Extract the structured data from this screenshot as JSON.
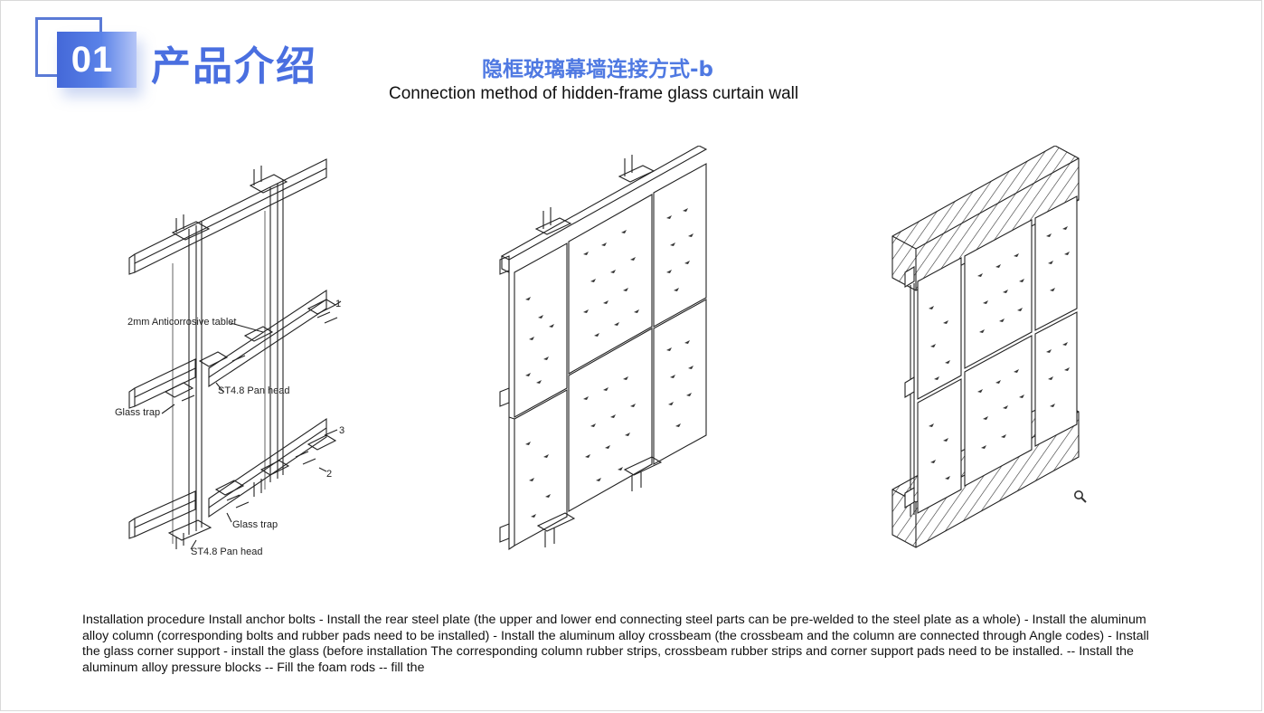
{
  "header": {
    "badge_number": "01",
    "section_title": "产品介绍"
  },
  "title": {
    "cn": "隐框玻璃幕墙连接方式-b",
    "en": "Connection method of hidden-frame glass curtain wall"
  },
  "frame_labels": {
    "tablet": "2mm Anticorrosive tablet",
    "pan_head_1": "ST4.8 Pan head",
    "glass_trap_1": "Glass trap",
    "glass_trap_2": "Glass trap",
    "pan_head_2": "ST4.8 Pan head",
    "callout_1": "1",
    "callout_2": "2",
    "callout_3": "3"
  },
  "caption": "Installation procedure Install anchor bolts - Install the rear steel plate (the upper and lower end connecting steel parts can be pre-welded to the steel plate as a whole) - Install the aluminum alloy column (corresponding bolts and rubber pads need to be installed) - Install the aluminum alloy crossbeam (the crossbeam and the column are connected through Angle codes) - Install the glass corner support - install the glass (before installation The corresponding column rubber strips, crossbeam rubber strips and corner support pads need to be installed. -- Install the aluminum alloy pressure blocks -- Fill the foam rods -- fill the",
  "icons": {
    "zoom": "magnifier-icon"
  },
  "colors": {
    "accent": "#4a6fe0",
    "badge": "#4468d8"
  }
}
